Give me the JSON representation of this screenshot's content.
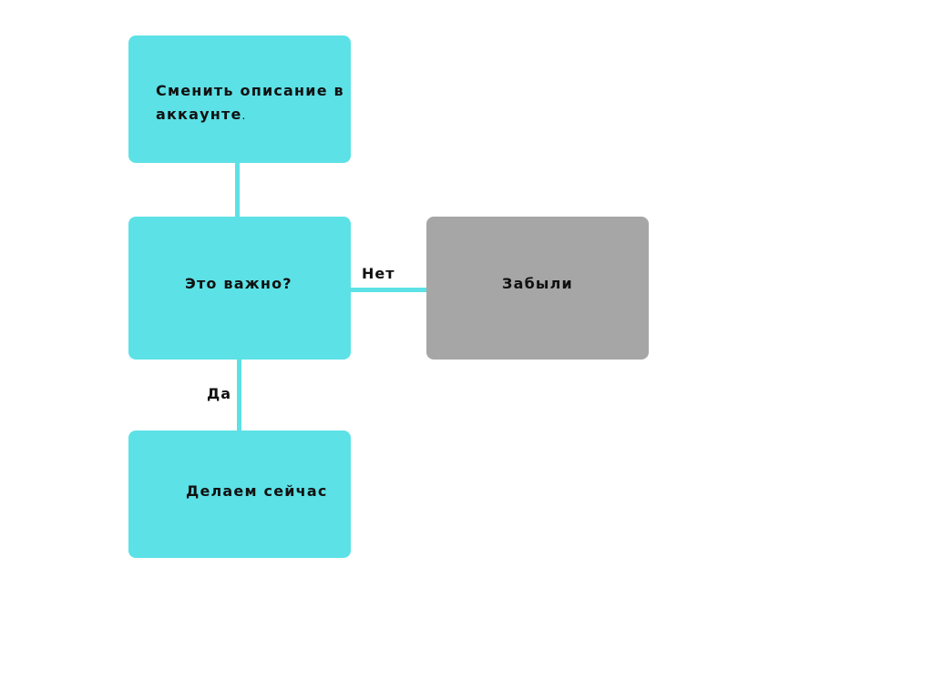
{
  "colors": {
    "process": "#5ce1e6",
    "terminal": "#a6a6a6",
    "connector": "#5ce1e6",
    "text": "#111111",
    "background": "#ffffff"
  },
  "nodes": {
    "start": {
      "line1": "Сменить описание в",
      "line2": "аккаунте",
      "trailing": "."
    },
    "decision": {
      "label": "Это важно?"
    },
    "no_branch": {
      "label": "Забыли"
    },
    "yes_branch": {
      "label": "Делаем сейчас"
    }
  },
  "edges": {
    "no": {
      "label": "Нет"
    },
    "yes": {
      "label": "Да"
    }
  }
}
